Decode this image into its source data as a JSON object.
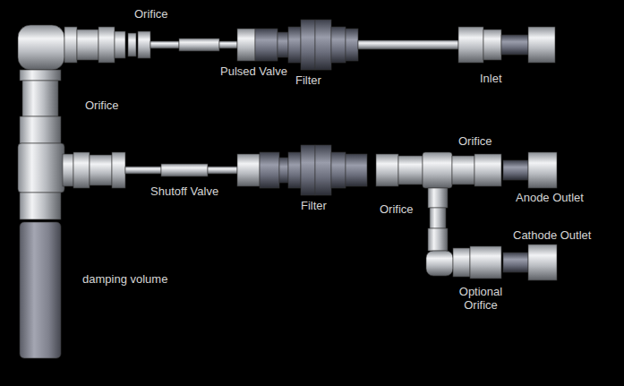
{
  "diagram": {
    "labels": [
      "Orifice",
      "Pulsed Valve",
      "Filter",
      "Inlet",
      "Orifice",
      "Shutoff Valve",
      "Filter",
      "Orifice",
      "Anode Outlet",
      "Orifice",
      "Cathode Outlet",
      "Optional Orifice",
      "damping volume"
    ]
  }
}
